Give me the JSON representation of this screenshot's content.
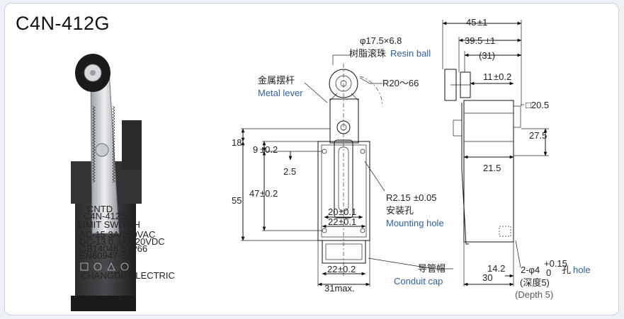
{
  "title": "C4N-412G",
  "colors": {
    "english_label": "#2f5fa8",
    "background": "#eef1f6"
  },
  "product_photo": {
    "brand_text": "CNTD",
    "switch_text": "LIMIT SWITCH",
    "model_text": "C4N-412G",
    "spec_line1": "AC-15  3A/250VAC",
    "spec_line2": "DC-13  0.3A/220VDC",
    "spec_line3": "GB14048.5  IP66",
    "spec_line4": "EN60947-5-1",
    "maker": "CHANGDE ELECTRIC"
  },
  "front_view": {
    "roller_cn": "树脂滚珠",
    "roller_en": "Resin ball",
    "roller_dim": "φ17.5×6.8",
    "lever_cn": "金属摆杆",
    "lever_en": "Metal lever",
    "radius": "R20～66",
    "dim_top": "18",
    "dim_9": "9",
    "tol_9": "±0.2",
    "dim_25": "2.5",
    "dim_55": "55",
    "dim_47": "47",
    "tol_47": "±0.2",
    "dim_20": "20",
    "tol_20": "±0.1",
    "dim_22a": "22",
    "tol_22a": "±0.1",
    "dim_22b": "22",
    "tol_22b": "±0.2",
    "dim_31": "31max.",
    "hole_dim": "R2.15",
    "hole_tol": "±0.05",
    "hole_cn": "安装孔",
    "hole_en": "Mounting hole",
    "cap_cn": "导管帽",
    "cap_en": "Conduit cap"
  },
  "side_view": {
    "dim_45": "45",
    "tol_45": "±1",
    "dim_395": "39.5",
    "tol_395": "±1",
    "dim_31": "(31)",
    "dim_11": "11",
    "tol_11": "±0.2",
    "dim_sq": "□20.5",
    "dim_275": "27.5",
    "dim_215": "21.5",
    "dim_142": "14.2",
    "dim_30": "30",
    "hole_prefix": "2-φ4",
    "hole_tol_up": "+0.15",
    "hole_tol_down": "0",
    "hole_cn": "孔",
    "hole_en": "hole",
    "depth_cn": "(深度5)",
    "depth_en": "(Depth 5)"
  }
}
